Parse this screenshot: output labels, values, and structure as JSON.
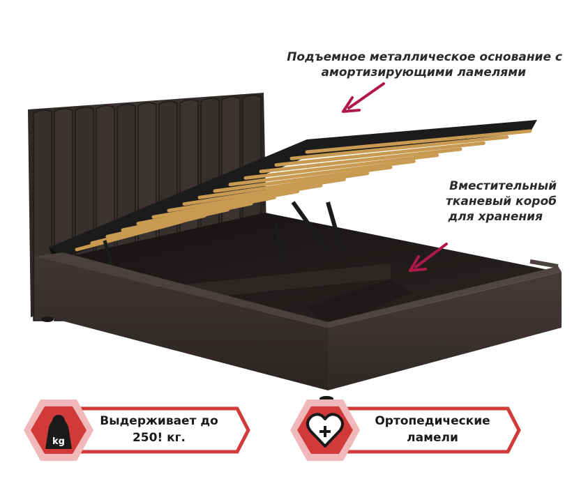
{
  "captions": {
    "lift_base": {
      "line1": "Подъемное металлическое основание с",
      "line2": "амортизирующими ламелями"
    },
    "storage": {
      "line1": "Вместительный",
      "line2": "тканевый короб",
      "line3": "для хранения"
    }
  },
  "badges": [
    {
      "icon": "weight-kg-icon",
      "icon_text": "kg",
      "line1": "Выдерживает до",
      "line2": "250! кг."
    },
    {
      "icon": "heart-plus-icon",
      "line1": "Ортопедические",
      "line2": "ламели"
    }
  ],
  "colors": {
    "upholstery": "#3a3331",
    "upholstery_dark": "#1f1a19",
    "slat": "#c89a52",
    "frame_metal": "#1b1b1b",
    "arrow_accent": "#b0184a",
    "badge_red": "#d23a3a",
    "badge_pink": "#f0b8b8"
  }
}
